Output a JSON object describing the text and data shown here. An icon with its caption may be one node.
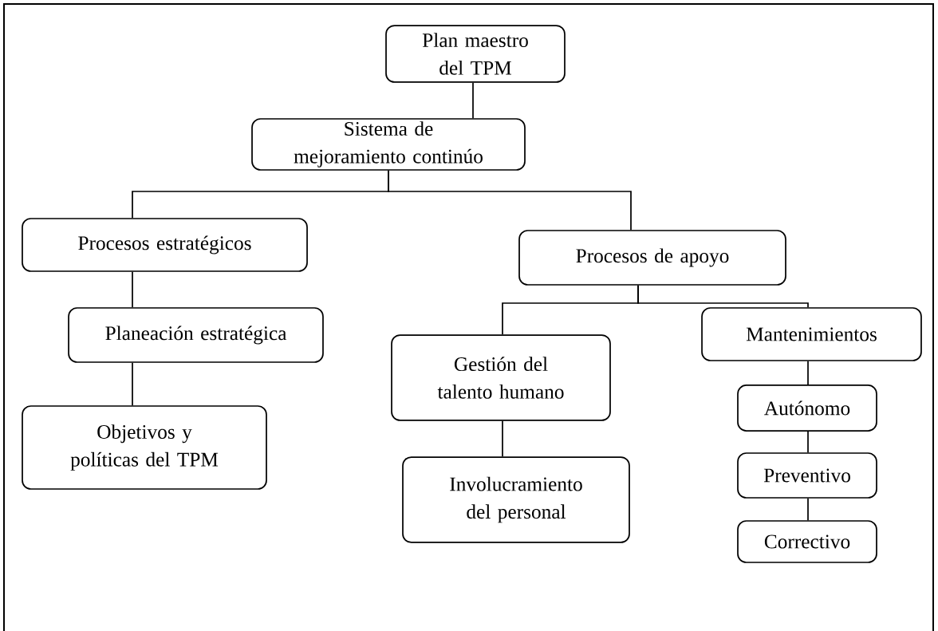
{
  "diagram": {
    "nodes": [
      {
        "text": [
          "Plan maestro del TPM"
        ]
      },
      {
        "text": [
          "Sistema de mejoramiento continúo"
        ]
      },
      {
        "text": [
          "Procesos estratégicos"
        ]
      },
      {
        "text": [
          "Planeación estratégica"
        ]
      },
      {
        "text": [
          "Objetivos y políticas del TPM"
        ]
      },
      {
        "text": [
          "Procesos de apoyo"
        ]
      },
      {
        "text": [
          "Gestión del talento humano"
        ]
      },
      {
        "text": [
          "Involucramiento del personal"
        ]
      },
      {
        "text": [
          "Mantenimientos"
        ]
      },
      {
        "text": [
          "Autónomo"
        ]
      },
      {
        "text": [
          "Preventivo"
        ]
      },
      {
        "text": [
          "Correctivo"
        ]
      }
    ],
    "edges": [
      {
        "from": 0,
        "to": 1,
        "arrow": "none"
      },
      {
        "from": 1,
        "to": 2,
        "arrow": "none"
      },
      {
        "from": 1,
        "to": 5,
        "arrow": "none"
      },
      {
        "from": 2,
        "to": 3,
        "arrow": "none"
      },
      {
        "from": 3,
        "to": 4,
        "arrow": "none"
      },
      {
        "from": 5,
        "to": 6,
        "arrow": "none"
      },
      {
        "from": 5,
        "to": 8,
        "arrow": "none"
      },
      {
        "from": 6,
        "to": 7,
        "arrow": "none"
      },
      {
        "from": 8,
        "to": 9,
        "arrow": "none"
      },
      {
        "from": 9,
        "to": 10,
        "arrow": "none"
      },
      {
        "from": 10,
        "to": 11,
        "arrow": "none"
      }
    ]
  }
}
